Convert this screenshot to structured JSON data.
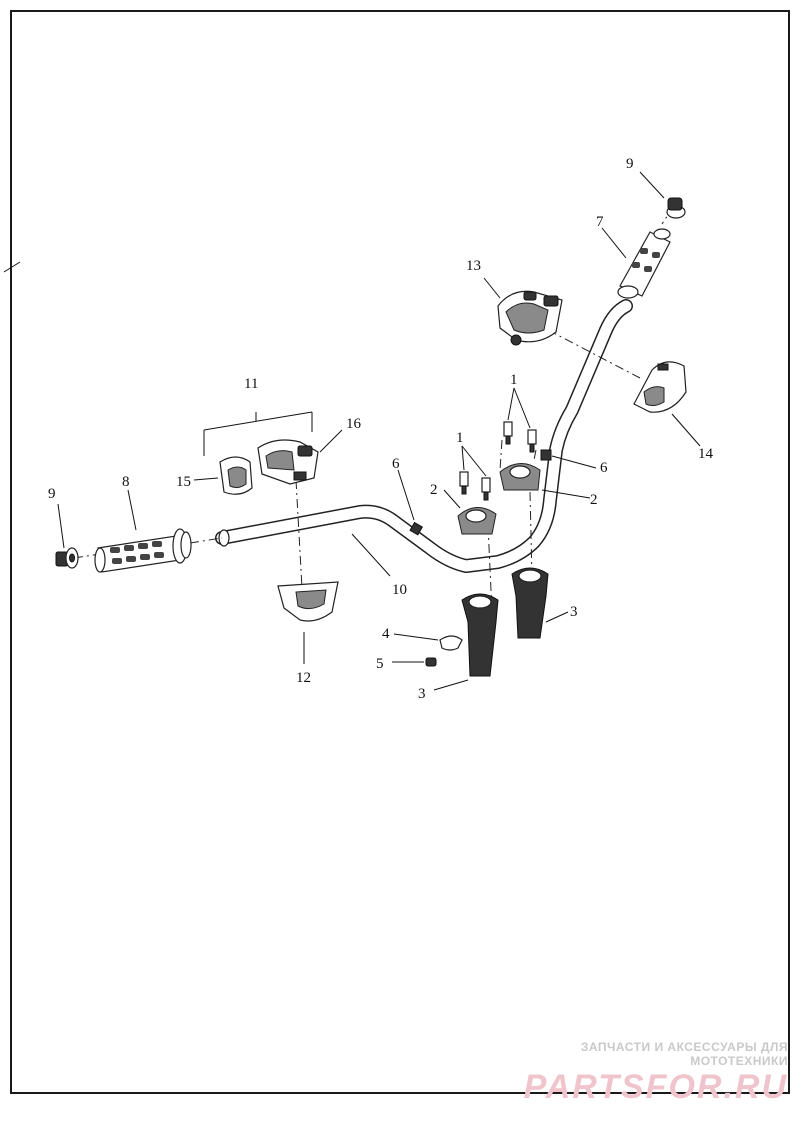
{
  "diagram": {
    "labels": {
      "l1a": "1",
      "l1b": "1",
      "l2a": "2",
      "l2b": "2",
      "l3a": "3",
      "l3b": "3",
      "l4": "4",
      "l5": "5",
      "l6a": "6",
      "l6b": "6",
      "l7": "7",
      "l8": "8",
      "l9a": "9",
      "l9b": "9",
      "l10": "10",
      "l11": "11",
      "l12": "12",
      "l13": "13",
      "l14": "14",
      "l15": "15",
      "l16": "16"
    }
  },
  "watermark": {
    "caption": "ЗАПЧАСТИ И АКСЕССУАРЫ ДЛЯ МОТОТЕХНИКИ",
    "logo": "PARTSFOR.RU"
  }
}
